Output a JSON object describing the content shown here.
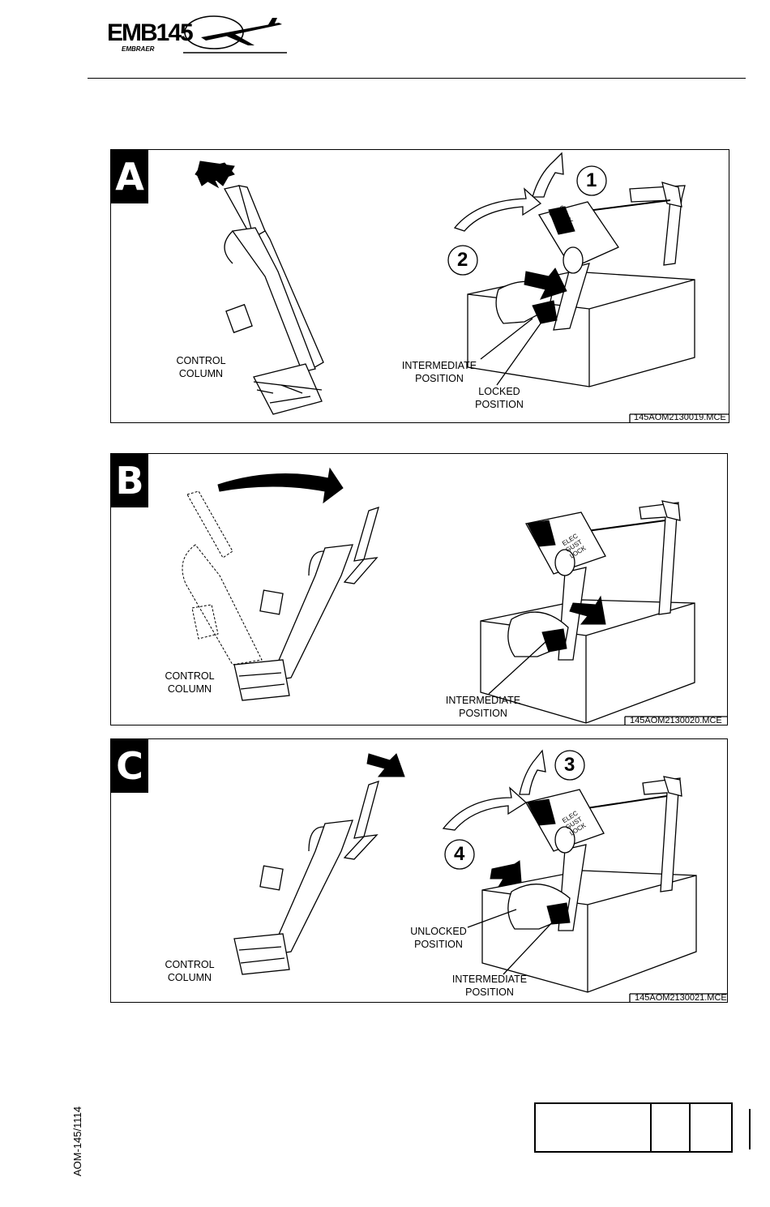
{
  "header": {
    "logo_model": "EMB145",
    "logo_brand": "EMBRAER"
  },
  "panels": [
    {
      "letter": "A",
      "figure_ref": "145AOM2130019.MCE",
      "column_label": [
        "CONTROL",
        "COLUMN"
      ],
      "callouts": [
        {
          "text": [
            "INTERMEDIATE",
            "POSITION"
          ]
        },
        {
          "text": [
            "LOCKED",
            "POSITION"
          ]
        }
      ],
      "steps": [
        "1",
        "2"
      ],
      "lever_text": [
        "ELEC",
        "GUST",
        "LOCK"
      ]
    },
    {
      "letter": "B",
      "figure_ref": "145AOM2130020.MCE",
      "column_label": [
        "CONTROL",
        "COLUMN"
      ],
      "callouts": [
        {
          "text": [
            "INTERMEDIATE",
            "POSITION"
          ]
        }
      ],
      "steps": [],
      "lever_text": [
        "ELEC",
        "GUST",
        "LOCK"
      ]
    },
    {
      "letter": "C",
      "figure_ref": "145AOM2130021.MCE",
      "column_label": [
        "CONTROL",
        "COLUMN"
      ],
      "callouts": [
        {
          "text": [
            "UNLOCKED",
            "POSITION"
          ]
        },
        {
          "text": [
            "INTERMEDIATE",
            "POSITION"
          ]
        }
      ],
      "steps": [
        "3",
        "4"
      ],
      "lever_text": [
        "ELEC",
        "GUST",
        "LOCK"
      ]
    }
  ],
  "footer": {
    "doc_code": "AOM-145/1114"
  },
  "icons": {
    "logo": "embraer-aircraft-logo-icon",
    "push-arrow": "arrow-icon",
    "step": "numbered-circle-icon"
  }
}
